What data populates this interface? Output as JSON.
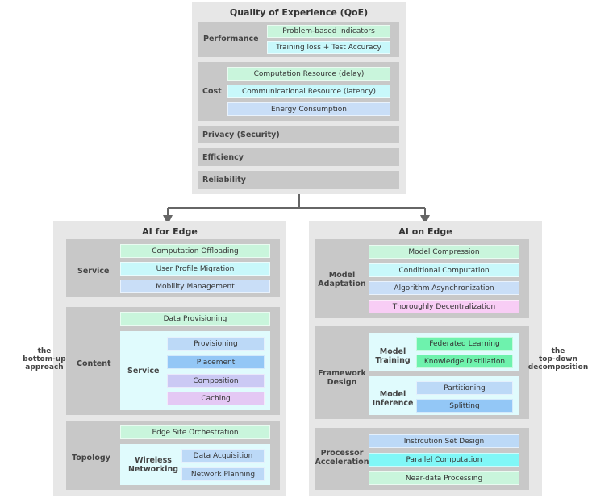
{
  "qoe": {
    "title": "Quality of Experience (QoE)",
    "performance": {
      "label": "Performance",
      "items": [
        "Problem-based Indicators",
        "Training loss + Test Accuracy"
      ]
    },
    "cost": {
      "label": "Cost",
      "items": [
        "Computation Resource (delay)",
        "Communicational Resource (latency)",
        "Energy Consumption"
      ]
    },
    "privacy": "Privacy (Security)",
    "efficiency": "Efficiency",
    "reliability": "Reliability"
  },
  "ai_for_edge": {
    "title": "AI for Edge",
    "service": {
      "label": "Service",
      "items": [
        "Computation Offloading",
        "User Profile Migration",
        "Mobility Management"
      ]
    },
    "content": {
      "label": "Content",
      "data_provisioning": "Data Provisioning",
      "service_label": "Service",
      "service_items": [
        "Provisioning",
        "Placement",
        "Composition",
        "Caching"
      ]
    },
    "topology": {
      "label": "Topology",
      "orchestration": "Edge Site Orchestration",
      "wireless_label_1": "Wireless",
      "wireless_label_2": "Networking",
      "wireless_items": [
        "Data Acquisition",
        "Network Planning"
      ]
    },
    "side_label": [
      "the",
      "bottom-up",
      "approach"
    ]
  },
  "ai_on_edge": {
    "title": "AI on Edge",
    "model_adaptation": {
      "label_1": "Model",
      "label_2": "Adaptation",
      "items": [
        "Model Compression",
        "Conditional Computation",
        "Algorithm Asynchronization",
        "Thoroughly Decentralization"
      ]
    },
    "framework_design": {
      "label_1": "Framework",
      "label_2": "Design",
      "training": {
        "label_1": "Model",
        "label_2": "Training",
        "items": [
          "Federated Learning",
          "Knowledge Distillation"
        ]
      },
      "inference": {
        "label_1": "Model",
        "label_2": "Inference",
        "items": [
          "Partitioning",
          "Splitting"
        ]
      }
    },
    "processor_acceleration": {
      "label_1": "Processor",
      "label_2": "Acceleration",
      "items": [
        "Instrcution Set Design",
        "Parallel Computation",
        "Near-data Processing"
      ]
    },
    "side_label": [
      "the",
      "top-down",
      "decomposition"
    ]
  },
  "colors": {
    "panel": "#e7e7e7",
    "group": "#c8c8c8",
    "connector": "#666666",
    "green": "#c9f5dc",
    "cyan": "#c8f8fb",
    "blue": "#c9def7",
    "pink": "#f8cdf5"
  }
}
